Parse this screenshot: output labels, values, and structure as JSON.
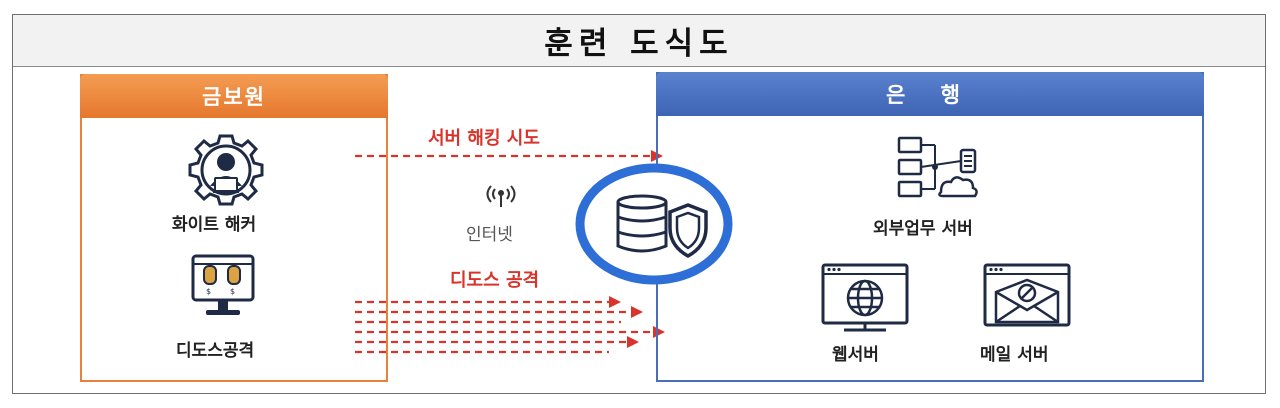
{
  "title": "훈련 도식도",
  "left_panel": {
    "header": "금보원",
    "hacker_label": "화이트 해커",
    "ddos_label": "디도스공격"
  },
  "middle": {
    "server_hack_label": "서버 해킹 시도",
    "internet_label": "인터넷",
    "ddos_attack_label": "디도스 공격"
  },
  "right_panel": {
    "header": "은 행",
    "external_server_label": "외부업무 서버",
    "web_server_label": "웹서버",
    "mail_server_label": "메일 서버"
  },
  "colors": {
    "orange": "#e8823a",
    "blue": "#4a6fb8",
    "red": "#d9342b",
    "shield_ring": "#2d6fd6"
  },
  "icons": [
    "hacker-gear-icon",
    "ddos-monitor-icon",
    "wifi-antenna-icon",
    "shield-database-icon",
    "network-diagram-icon",
    "web-server-icon",
    "mail-server-icon"
  ]
}
